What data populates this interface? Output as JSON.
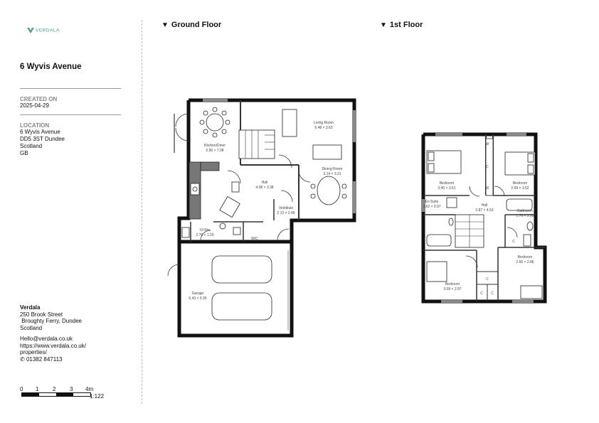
{
  "brand": {
    "logo_text": "VERDALA",
    "accent": "#4a9d8e"
  },
  "property": {
    "title": "6 Wyvis Avenue"
  },
  "created": {
    "label": "CREATED ON",
    "date": "2025-04-29"
  },
  "location": {
    "label": "LOCATION",
    "line1": "6 Wyvis Avenue",
    "line2": "DD5 3ST Dundee",
    "line3": "Scotland",
    "line4": "GB"
  },
  "company": {
    "name": "Verdala",
    "address1": "250 Brook Street",
    "address2": " Broughty Ferry, Dundee",
    "address3": "Scotland",
    "email": "Hello@verdala.co.uk",
    "web1": "https://www.verdala.co.uk/",
    "web2": "properties/",
    "phone_icon": "phone-icon",
    "phone": "01382 847113"
  },
  "scale": {
    "ticks": [
      "0",
      "1",
      "2",
      "3",
      "4m"
    ],
    "ratio": "1:122"
  },
  "floors": {
    "ground": {
      "title": "Ground Floor",
      "rooms": [
        {
          "name": "Kitchen/Diner",
          "dims": "2.96 × 7.08"
        },
        {
          "name": "Living Room",
          "dims": "6.48 × 3.63"
        },
        {
          "name": "Dining Room",
          "dims": "3.14 × 3.21"
        },
        {
          "name": "Hall",
          "dims": "4.08 × 3.38"
        },
        {
          "name": "Vestibule",
          "dims": "2.13 × 2.46"
        },
        {
          "name": "Ut Rm",
          "dims": "2.76 × 1.20"
        },
        {
          "name": "W/C",
          "dims": ""
        },
        {
          "name": "Garage",
          "dims": "6.43 × 5.35"
        }
      ]
    },
    "first": {
      "title": "1st Floor",
      "rooms": [
        {
          "name": "Bedroom",
          "dims": "3.40 × 3.51"
        },
        {
          "name": "Bedroom",
          "dims": "2.69 × 3.52"
        },
        {
          "name": "En Suite",
          "dims": "2.62 × 0.97"
        },
        {
          "name": "Hall",
          "dims": "2.87 × 4.53"
        },
        {
          "name": "Bathroom",
          "dims": "1.76 × 2.50"
        },
        {
          "name": "Bedroom",
          "dims": "2.66 × 2.86"
        },
        {
          "name": "Bedroom",
          "dims": "3.09 × 2.97"
        }
      ],
      "cupboard_label": "C",
      "wardrobe_label": "W"
    }
  }
}
